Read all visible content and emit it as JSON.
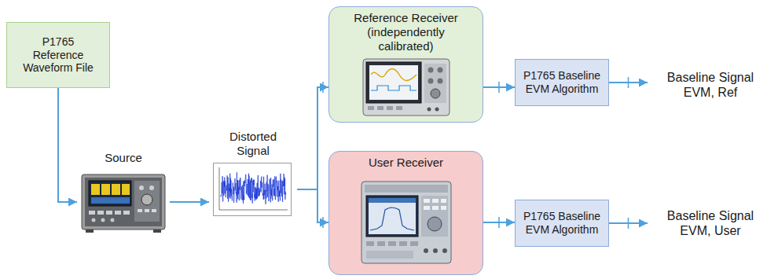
{
  "diagram": {
    "nodes": [
      {
        "text": [
          "P1765 Reference Waveform File"
        ]
      },
      {
        "text": [
          "Source"
        ]
      },
      {
        "text": [
          "Distorted Signal"
        ]
      },
      {
        "text": [
          "Reference Receiver (independently calibrated)"
        ]
      },
      {
        "text": [
          "P1765 Baseline EVM Algorithm"
        ]
      },
      {
        "text": [
          "Baseline Signal EVM, Ref"
        ]
      },
      {
        "text": [
          "User Receiver"
        ]
      },
      {
        "text": [
          "P1765 Baseline EVM Algorithm"
        ]
      },
      {
        "text": [
          "Baseline Signal EVM, User"
        ]
      }
    ],
    "edges": [
      {
        "from": 0,
        "to": 1,
        "arrow": "to"
      },
      {
        "from": 1,
        "to": 2,
        "arrow": "to"
      },
      {
        "from": 2,
        "to": 3,
        "arrow": "to"
      },
      {
        "from": 2,
        "to": 6,
        "arrow": "to"
      },
      {
        "from": 3,
        "to": 4,
        "arrow": "to"
      },
      {
        "from": 4,
        "to": 5,
        "arrow": "to"
      },
      {
        "from": 6,
        "to": 7,
        "arrow": "to"
      },
      {
        "from": 7,
        "to": 8,
        "arrow": "to"
      }
    ]
  }
}
